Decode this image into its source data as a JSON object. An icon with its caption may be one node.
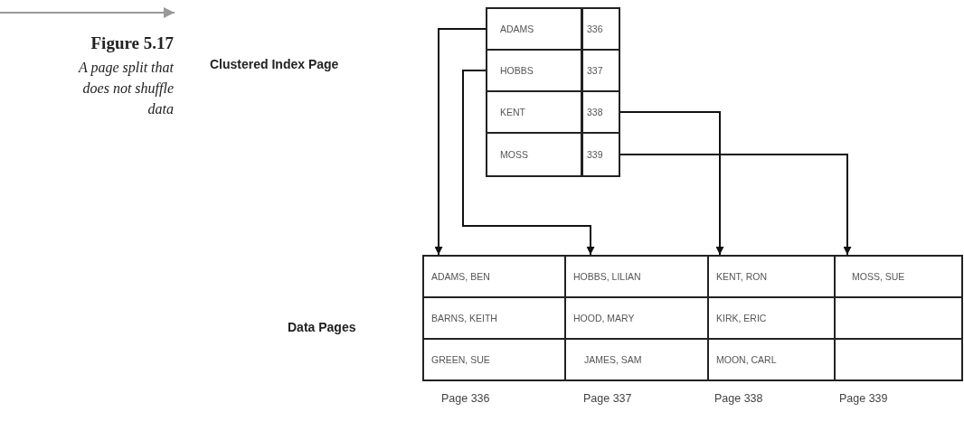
{
  "diagram": {
    "title": "Figure 5.17",
    "caption": "A page split that does not shuffle data",
    "nodes": [
      {
        "text": [
          "ADAMS",
          "336"
        ]
      },
      {
        "text": [
          "HOBBS",
          "337"
        ]
      },
      {
        "text": [
          "KENT",
          "338"
        ]
      },
      {
        "text": [
          "MOSS",
          "339"
        ]
      },
      {
        "text": [
          "ADAMS, BEN",
          "BARNS, KEITH",
          "GREEN, SUE"
        ],
        "beside": [
          "Page 336"
        ]
      },
      {
        "text": [
          "HOBBS, LILIAN",
          "HOOD, MARY",
          "JAMES, SAM"
        ],
        "beside": [
          "Page 337"
        ]
      },
      {
        "text": [
          "KENT, RON",
          "KIRK, ERIC",
          "MOON, CARL"
        ],
        "beside": [
          "Page 338"
        ]
      },
      {
        "text": [
          "MOSS, SUE"
        ],
        "beside": [
          "Page 339"
        ]
      }
    ],
    "edges": [
      {
        "from": 0,
        "to": 4,
        "arrow": "to"
      },
      {
        "from": 1,
        "to": 5,
        "arrow": "to"
      },
      {
        "from": 2,
        "to": 6,
        "arrow": "to"
      },
      {
        "from": 3,
        "to": 7,
        "arrow": "to"
      }
    ],
    "labels": [
      "Clustered Index Page",
      "Data Pages"
    ]
  }
}
